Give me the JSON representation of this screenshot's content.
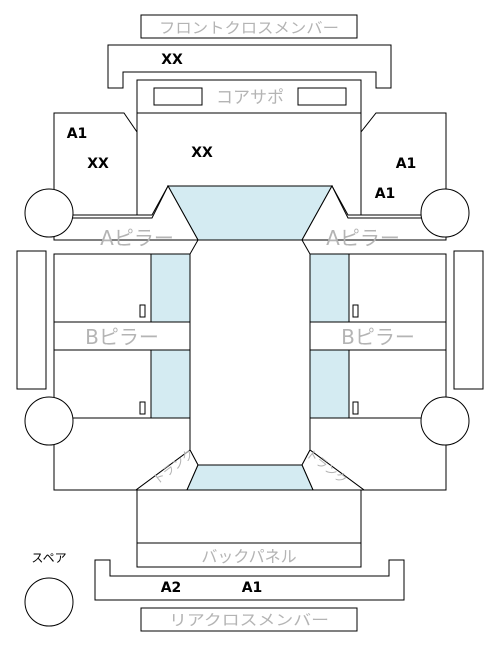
{
  "parts": {
    "front_cross_member": "フロントクロスメンバー",
    "core_support": "コアサポ",
    "a_pillar_left": "Aピラー",
    "a_pillar_right": "Aピラー",
    "b_pillar_left": "Bピラー",
    "b_pillar_right": "Bピラー",
    "trunk_left": "トランク",
    "trunk_right": "トランク",
    "back_panel": "バックパネル",
    "rear_cross_member": "リアクロスメンバー",
    "spare": "スペア"
  },
  "marks": {
    "front_cross_member": "XX",
    "left_fender_top": "A1",
    "left_fender_bottom": "XX",
    "hood": "XX",
    "right_fender_top": "A1",
    "right_fender_bottom": "A1",
    "rear_cross_left": "A2",
    "rear_cross_right": "A1"
  },
  "colors": {
    "glass": "#d4ebf2",
    "outline": "#000000",
    "label_gray": "#b4b4b4"
  }
}
